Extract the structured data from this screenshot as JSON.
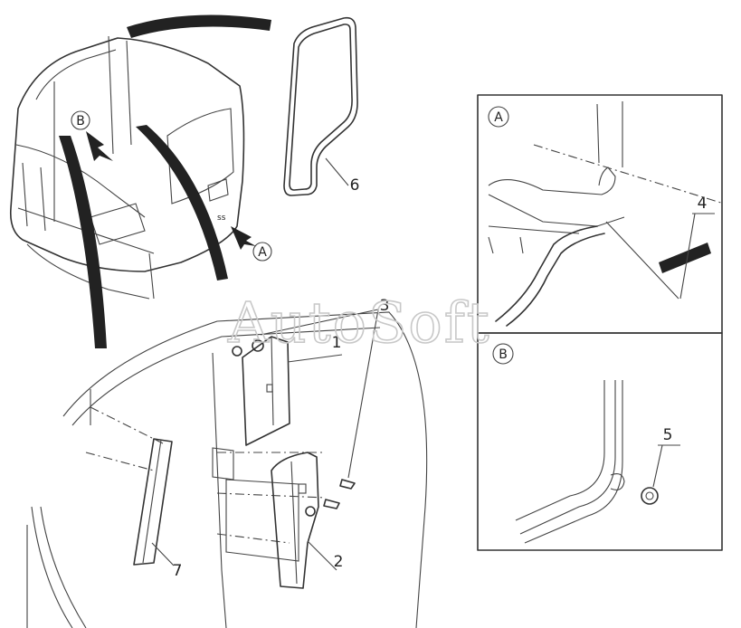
{
  "watermark": "AutoSoft",
  "callouts": {
    "p1": "1",
    "p2": "2",
    "p3": "3",
    "p4": "4",
    "p5": "5",
    "p6": "6",
    "p7": "7"
  },
  "views": {
    "a": "A",
    "b": "B"
  }
}
